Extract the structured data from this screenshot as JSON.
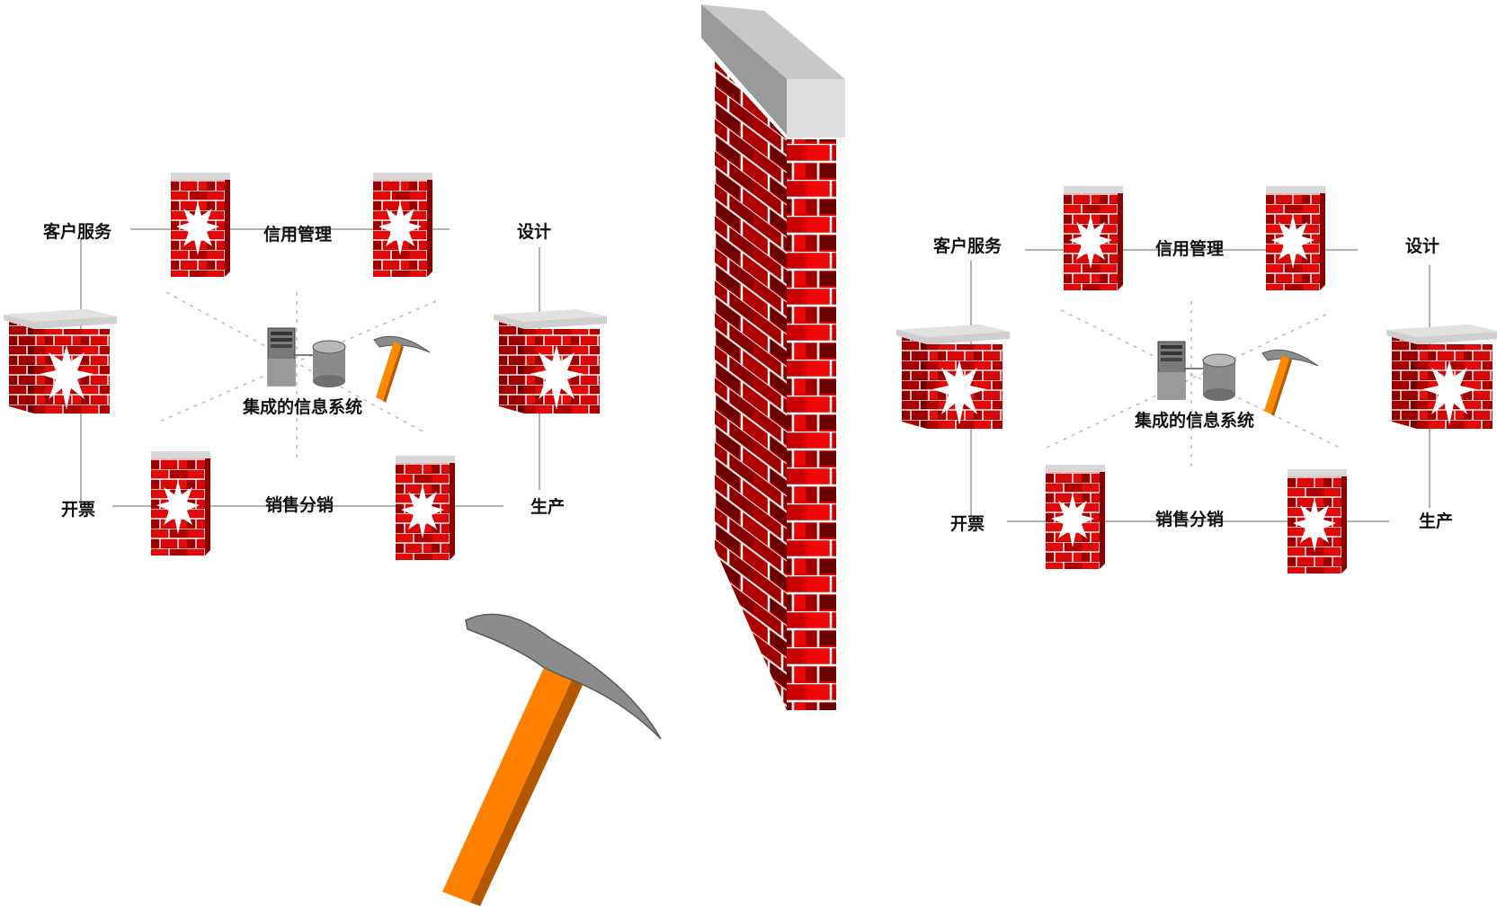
{
  "left_cluster": {
    "center_label": "集成的信息系统",
    "departments": {
      "customer_service": "客户服务",
      "credit_management": "信用管理",
      "design": "设计",
      "invoicing": "开票",
      "sales_distribution": "销售分销",
      "production": "生产"
    }
  },
  "right_cluster": {
    "center_label": "集成的信息系统",
    "departments": {
      "customer_service": "客户服务",
      "credit_management": "信用管理",
      "design": "设计",
      "invoicing": "开票",
      "sales_distribution": "销售分销",
      "production": "生产"
    }
  },
  "icons": [
    "brick-wall-icon",
    "server-icon",
    "database-icon",
    "pickaxe-icon"
  ],
  "colors": {
    "brick_red": "#cc0000",
    "brick_dark": "#7a0000",
    "cap_gray": "#cfcfcf",
    "pick_handle": "#ff8000",
    "pick_head": "#8c8c8c"
  }
}
